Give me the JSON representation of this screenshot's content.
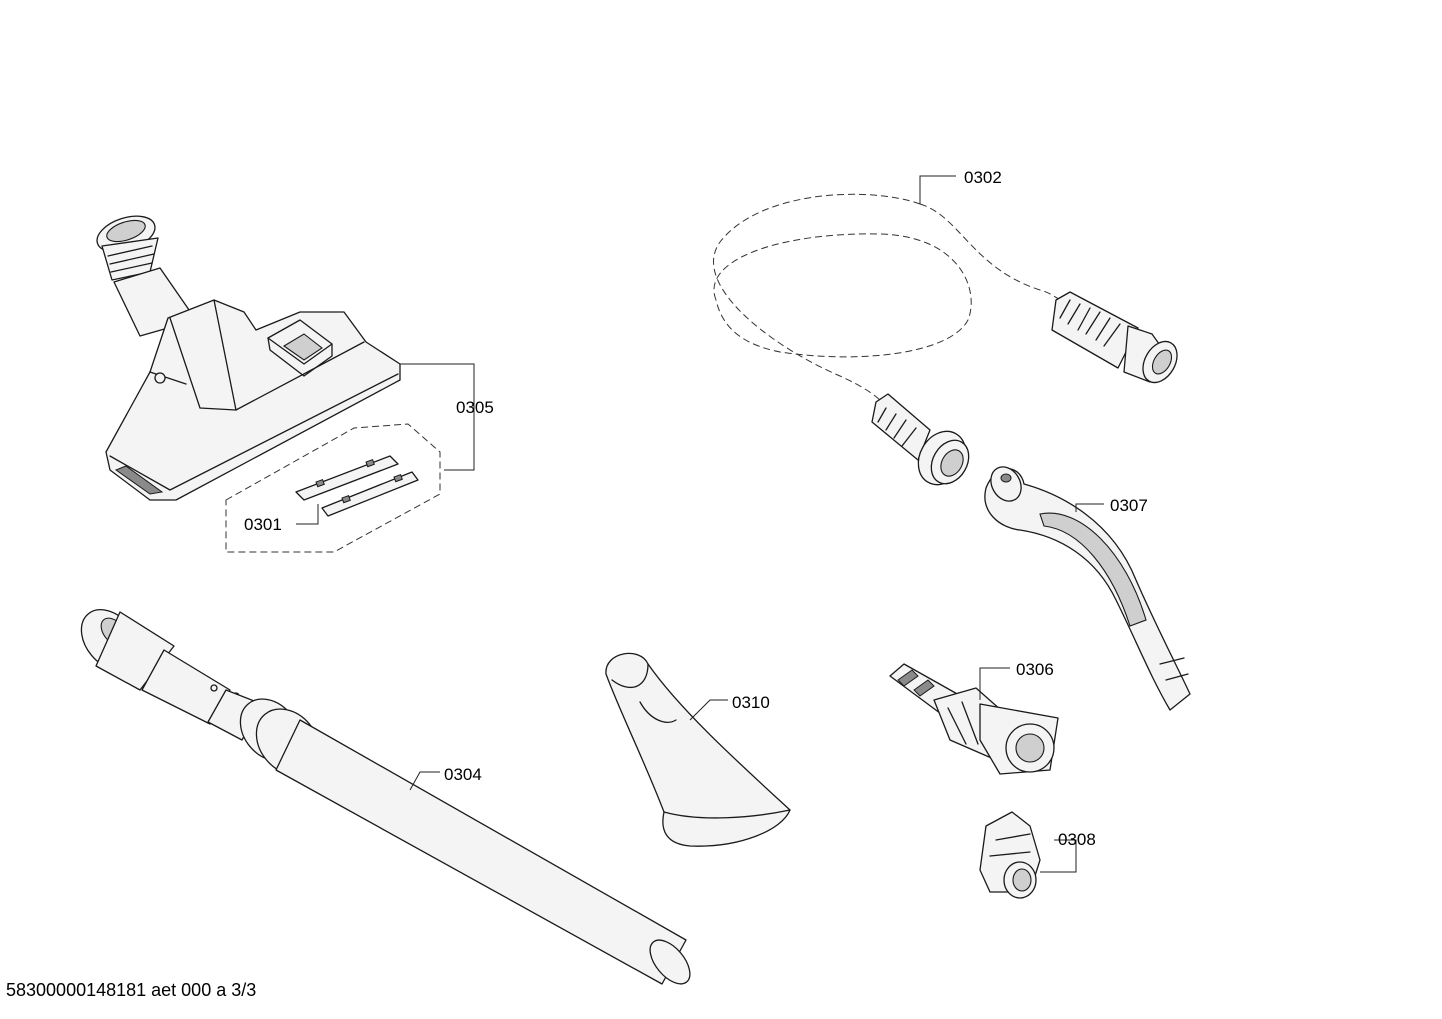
{
  "labels": {
    "p0302": "0302",
    "p0305": "0305",
    "p0301": "0301",
    "p0307": "0307",
    "p0306": "0306",
    "p0310": "0310",
    "p0304": "0304",
    "p0308": "0308"
  },
  "footer": "58300000148181 aet 000 a 3/3"
}
